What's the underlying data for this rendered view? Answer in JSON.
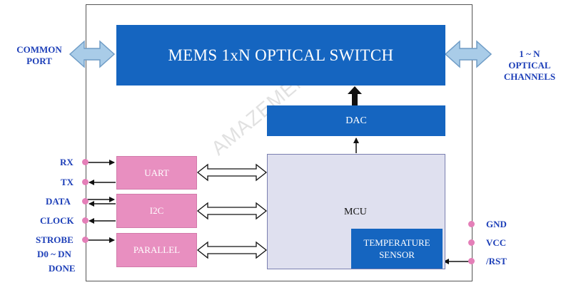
{
  "diagram": {
    "main_block": "MEMS 1xN OPTICAL SWITCH",
    "dac": "DAC",
    "mcu": "MCU",
    "temperature_sensor": [
      "TEMPERATURE",
      "SENSOR"
    ],
    "interfaces": {
      "uart": "UART",
      "i2c": "I2C",
      "parallel": "PARALLEL"
    },
    "left_port": [
      "COMMON",
      "PORT"
    ],
    "right_port": [
      "1 ~ N",
      "OPTICAL",
      "CHANNELS"
    ],
    "left_pins": {
      "rx": "RX",
      "tx": "TX",
      "data": "DATA",
      "clock": "CLOCK",
      "strobe": "STROBE",
      "d0_dn": "D0 ~ DN",
      "done": "DONE"
    },
    "right_pins": {
      "gnd": "GND",
      "vcc": "VCC",
      "rst": "/RST"
    },
    "watermark": "AMAZEMEMS",
    "colors": {
      "block_blue": "#1565c0",
      "interface_pink": "#e88fc0",
      "mcu_fill": "#dfe0ef",
      "label_blue": "#1d3fb8",
      "arrow_fill": "#a9cce8"
    }
  }
}
